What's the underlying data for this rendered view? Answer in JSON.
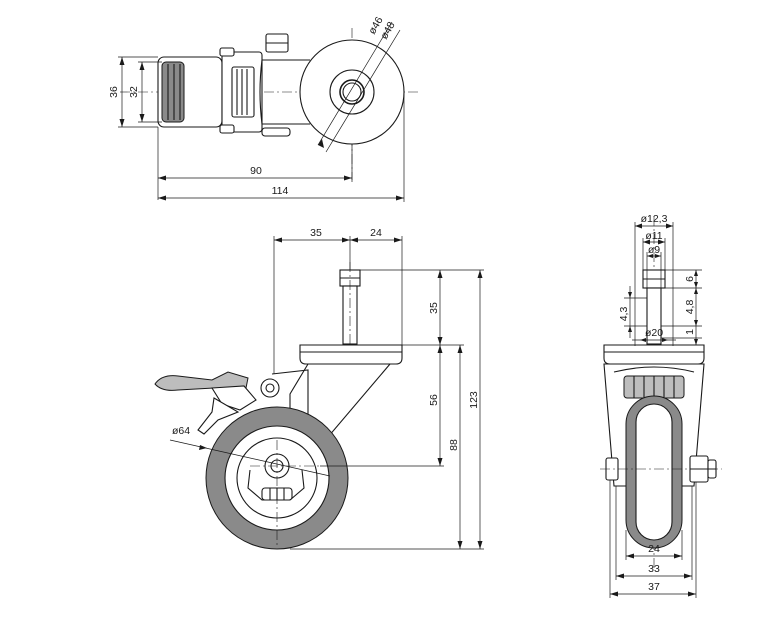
{
  "top_view": {
    "d_36": "36",
    "d_32": "32",
    "d_46": "ø46",
    "d_48": "ø48",
    "d_90": "90",
    "d_114": "114"
  },
  "side_view": {
    "d_35_top": "35",
    "d_24_top": "24",
    "d_35_stem": "35",
    "d_56": "56",
    "d_88": "88",
    "d_123": "123",
    "d_64": "ø64"
  },
  "front_view": {
    "d_123": "ø12,3",
    "d_11": "ø11",
    "d_9": "ø9",
    "d_6": "6",
    "d_48": "4,8",
    "d_43": "4,3",
    "d_1": "1",
    "d_20": "ø20",
    "d_24": "24",
    "d_33": "33",
    "d_37": "37"
  }
}
